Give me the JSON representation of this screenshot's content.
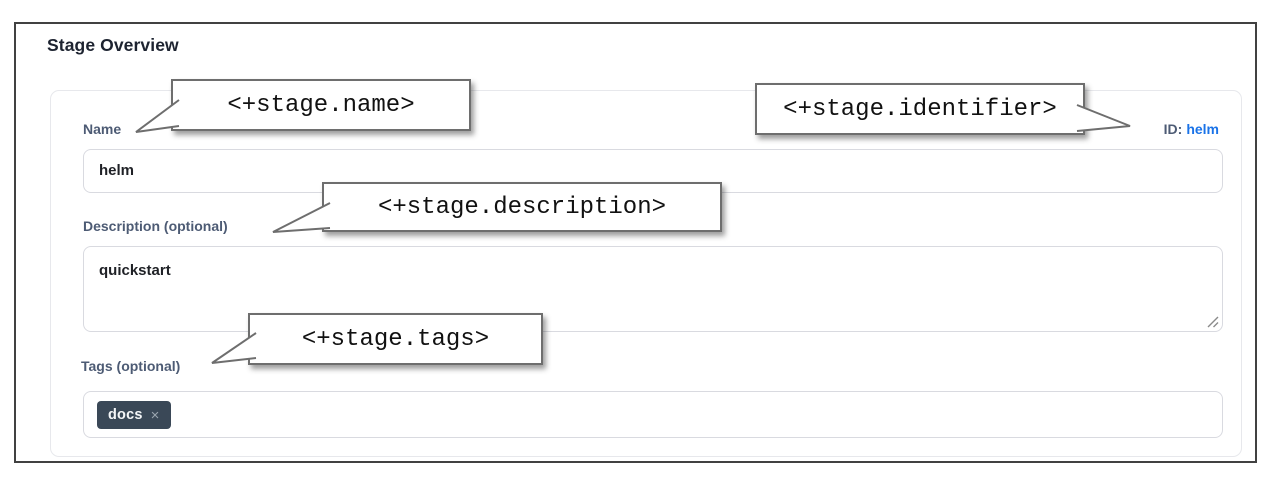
{
  "panel": {
    "title": "Stage Overview"
  },
  "form": {
    "name": {
      "label": "Name",
      "value": "helm"
    },
    "identifier": {
      "label": "ID:",
      "value": "helm"
    },
    "description": {
      "label": "Description (optional)",
      "value": "quickstart"
    },
    "tags": {
      "label": "Tags (optional)",
      "chip": "docs",
      "chip_remove": "×"
    }
  },
  "callouts": {
    "name": "<+stage.name>",
    "identifier": "<+stage.identifier>",
    "description": "<+stage.description>",
    "tags": "<+stage.tags>"
  },
  "colors": {
    "frame_border": "#414141",
    "heading_text": "#1d2330",
    "label_text": "#4d5b74",
    "id_link_blue": "#1a73e8",
    "input_border": "#d9dae0",
    "input_text": "#1f2126",
    "chip_background": "#3a4857",
    "chip_text": "#f4f6f8",
    "callout_border": "#6e6e6e"
  }
}
